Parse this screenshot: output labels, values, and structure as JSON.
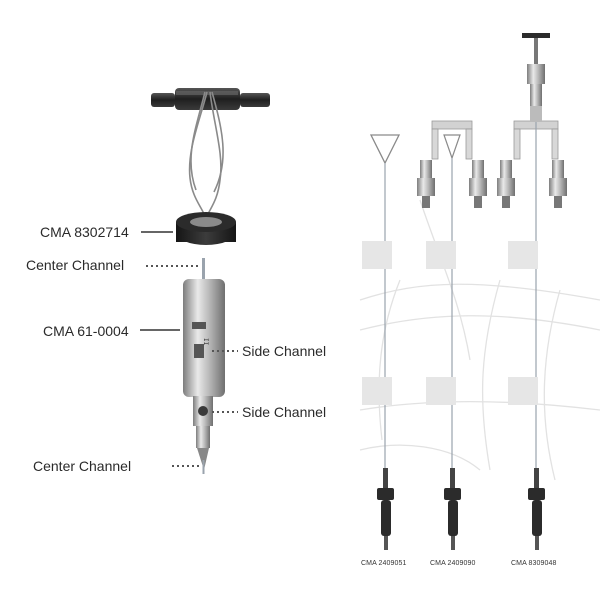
{
  "left_diagram": {
    "labels": {
      "clip_part": "CMA 8302714",
      "center_channel_top": "Center Channel",
      "probe_body": "CMA 61-0004",
      "side_channel_upper": "Side Channel",
      "side_channel_lower": "Side Channel",
      "center_channel_bottom": "Center Channel"
    }
  },
  "right_diagram": {
    "captions": [
      "CMA 2409051",
      "CMA 2409090",
      "CMA 8309048"
    ]
  },
  "colors": {
    "label_text": "#2a2a2a",
    "metal_dark": "#3a3a3a",
    "metal_light": "#d8d8d8",
    "tubing": "#9aa3ad",
    "pad": "#e6e6e6",
    "connector": "#2b2b2b"
  }
}
